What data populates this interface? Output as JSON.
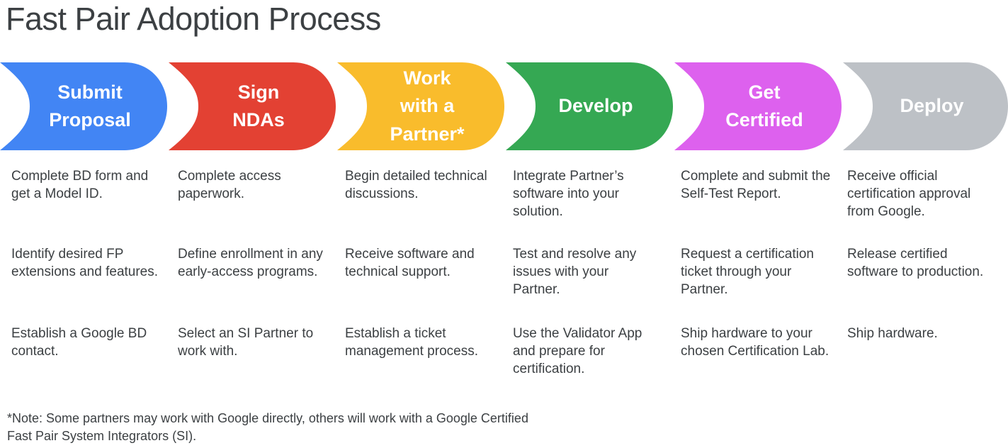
{
  "page_title": "Fast Pair Adoption Process",
  "banner": {
    "steps": [
      {
        "label": "Submit\nProposal",
        "color": "#4285F4",
        "text_color": "#FFFFFF",
        "name": "submit-proposal"
      },
      {
        "label": "Sign\nNDAs",
        "color": "#E34133",
        "text_color": "#FFFFFF",
        "name": "sign-ndas"
      },
      {
        "label": "Work\nwith a\nPartner*",
        "color": "#F9BC2C",
        "text_color": "#FFFFFF",
        "name": "work-with-a-partner"
      },
      {
        "label": "Develop",
        "color": "#35A853",
        "text_color": "#FFFFFF",
        "name": "develop"
      },
      {
        "label": "Get\nCertified",
        "color": "#DD61EE",
        "text_color": "#FFFFFF",
        "name": "get-certified"
      },
      {
        "label": "Deploy",
        "color": "#BDC1C6",
        "text_color": "#FFFFFF",
        "name": "deploy"
      }
    ]
  },
  "columns": [
    {
      "step": "Submit Proposal",
      "items": [
        "Complete BD form and get a Model ID.",
        "Identify desired FP extensions and features.",
        "Establish a Google BD contact."
      ]
    },
    {
      "step": "Sign NDAs",
      "items": [
        "Complete access paperwork.",
        "Define enrollment in any early-access programs.",
        "Select an SI Partner to work with."
      ]
    },
    {
      "step": "Work with a Partner*",
      "items": [
        "Begin detailed technical discussions.",
        "Receive software and technical support.",
        "Establish a ticket management process."
      ]
    },
    {
      "step": "Develop",
      "items": [
        "Integrate Partner’s software into your solution.",
        "Test and resolve any issues with your Partner.",
        "Use the Validator App and prepare for certification."
      ]
    },
    {
      "step": "Get Certified",
      "items": [
        "Complete and submit the Self-Test Report.",
        "Request a certification ticket through your Partner.",
        "Ship hardware to your chosen Certification Lab."
      ]
    },
    {
      "step": "Deploy",
      "items": [
        "Receive official certification approval from Google.",
        "Release certified software to production.",
        "Ship hardware."
      ]
    }
  ],
  "footnote": "*Note: Some partners may work with Google directly, others will work with a Google Certified Fast Pair System Integrators (SI)."
}
